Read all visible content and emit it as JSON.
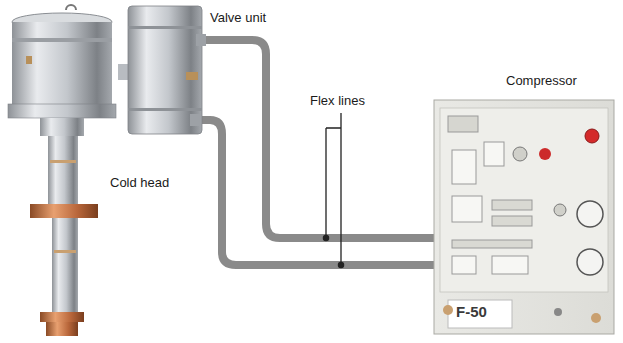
{
  "diagram": {
    "labels": [
      "Valve unit",
      "Cold head",
      "Flex lines",
      "Compressor",
      "F-50"
    ]
  }
}
